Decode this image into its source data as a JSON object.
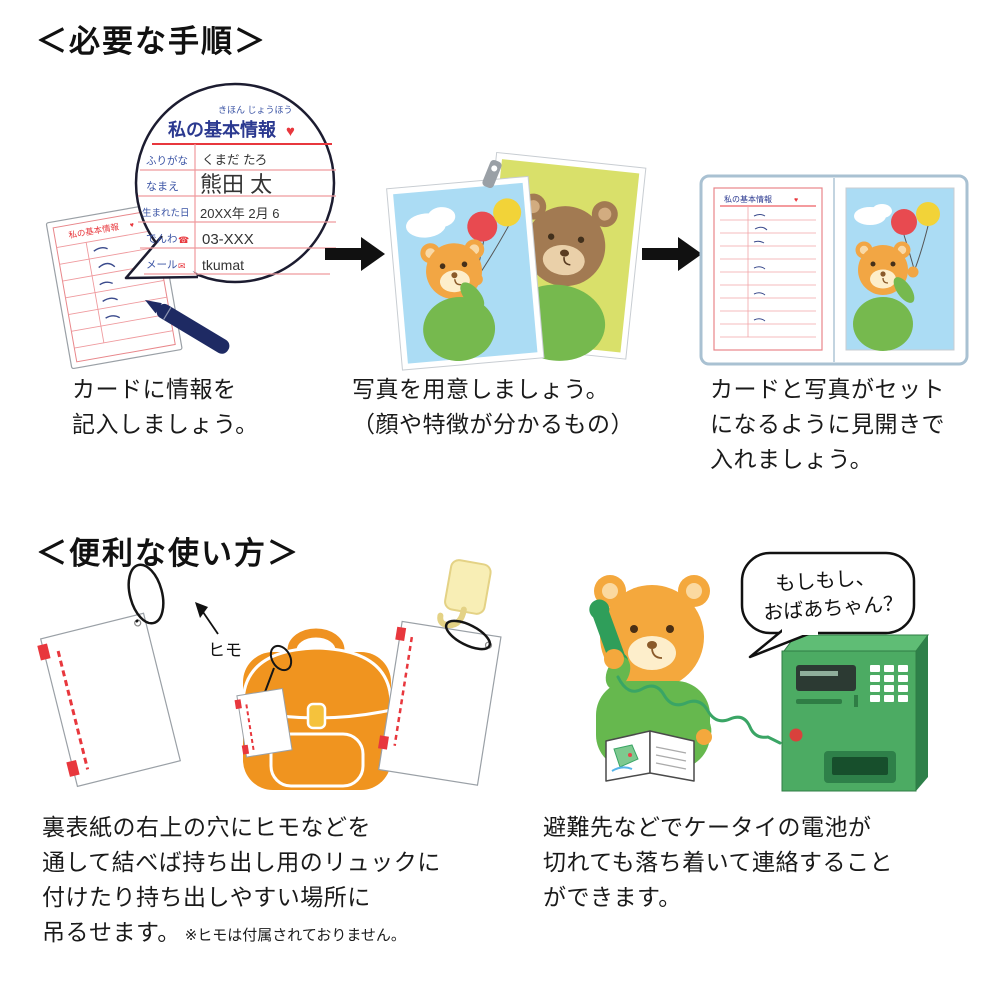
{
  "colors": {
    "text": "#1a1a1a",
    "red": "#e8373d",
    "card_blue": "#2b3990",
    "photo_blue": "#abdcf4",
    "photo_yellow_green": "#d9e06a",
    "bear_orange": "#f4a83d",
    "bear_brown": "#a27a52",
    "shirt_green": "#66b84e",
    "backpack_orange": "#f0941f",
    "phone_green": "#4cab63"
  },
  "section_steps": {
    "heading": "＜必要な手順＞",
    "card": {
      "ruby": "きほん じょうほう",
      "title": "私の基本情報",
      "heart_icon": "♥",
      "fields": [
        {
          "label": "ふりがな",
          "value": "くまだ たろ"
        },
        {
          "label": "なまえ",
          "value": "熊田 太"
        },
        {
          "label": "生まれた日",
          "value": "20XX年 2月 6"
        },
        {
          "label": "でんわ",
          "value": "03-XXX",
          "icon": "☎"
        },
        {
          "label": "メール",
          "value": "tkumat",
          "icon": "✉"
        }
      ]
    },
    "steps": [
      {
        "caption_lines": [
          "カードに情報を",
          "記入しましょう。"
        ]
      },
      {
        "caption_lines": [
          "写真を用意しましょう。",
          "（顔や特徴が分かるもの）"
        ]
      },
      {
        "caption_lines": [
          "カードと写真がセット",
          "になるように見開きで",
          "入れましょう。"
        ]
      }
    ]
  },
  "section_usage": {
    "heading": "＜便利な使い方＞",
    "string_label": "ヒモ",
    "left_caption_lines": [
      "裏表紙の右上の穴にヒモなどを",
      "通して結べば持ち出し用のリュックに",
      "付けたり持ち出しやすい場所に"
    ],
    "left_caption_last": "吊るせます。",
    "left_caption_note": "※ヒモは付属されておりません。",
    "speech_lines": [
      "もしもし、",
      "おばあちゃん？"
    ],
    "right_caption_lines": [
      "避難先などでケータイの電池が",
      "切れても落ち着いて連絡すること",
      "ができます。"
    ]
  }
}
